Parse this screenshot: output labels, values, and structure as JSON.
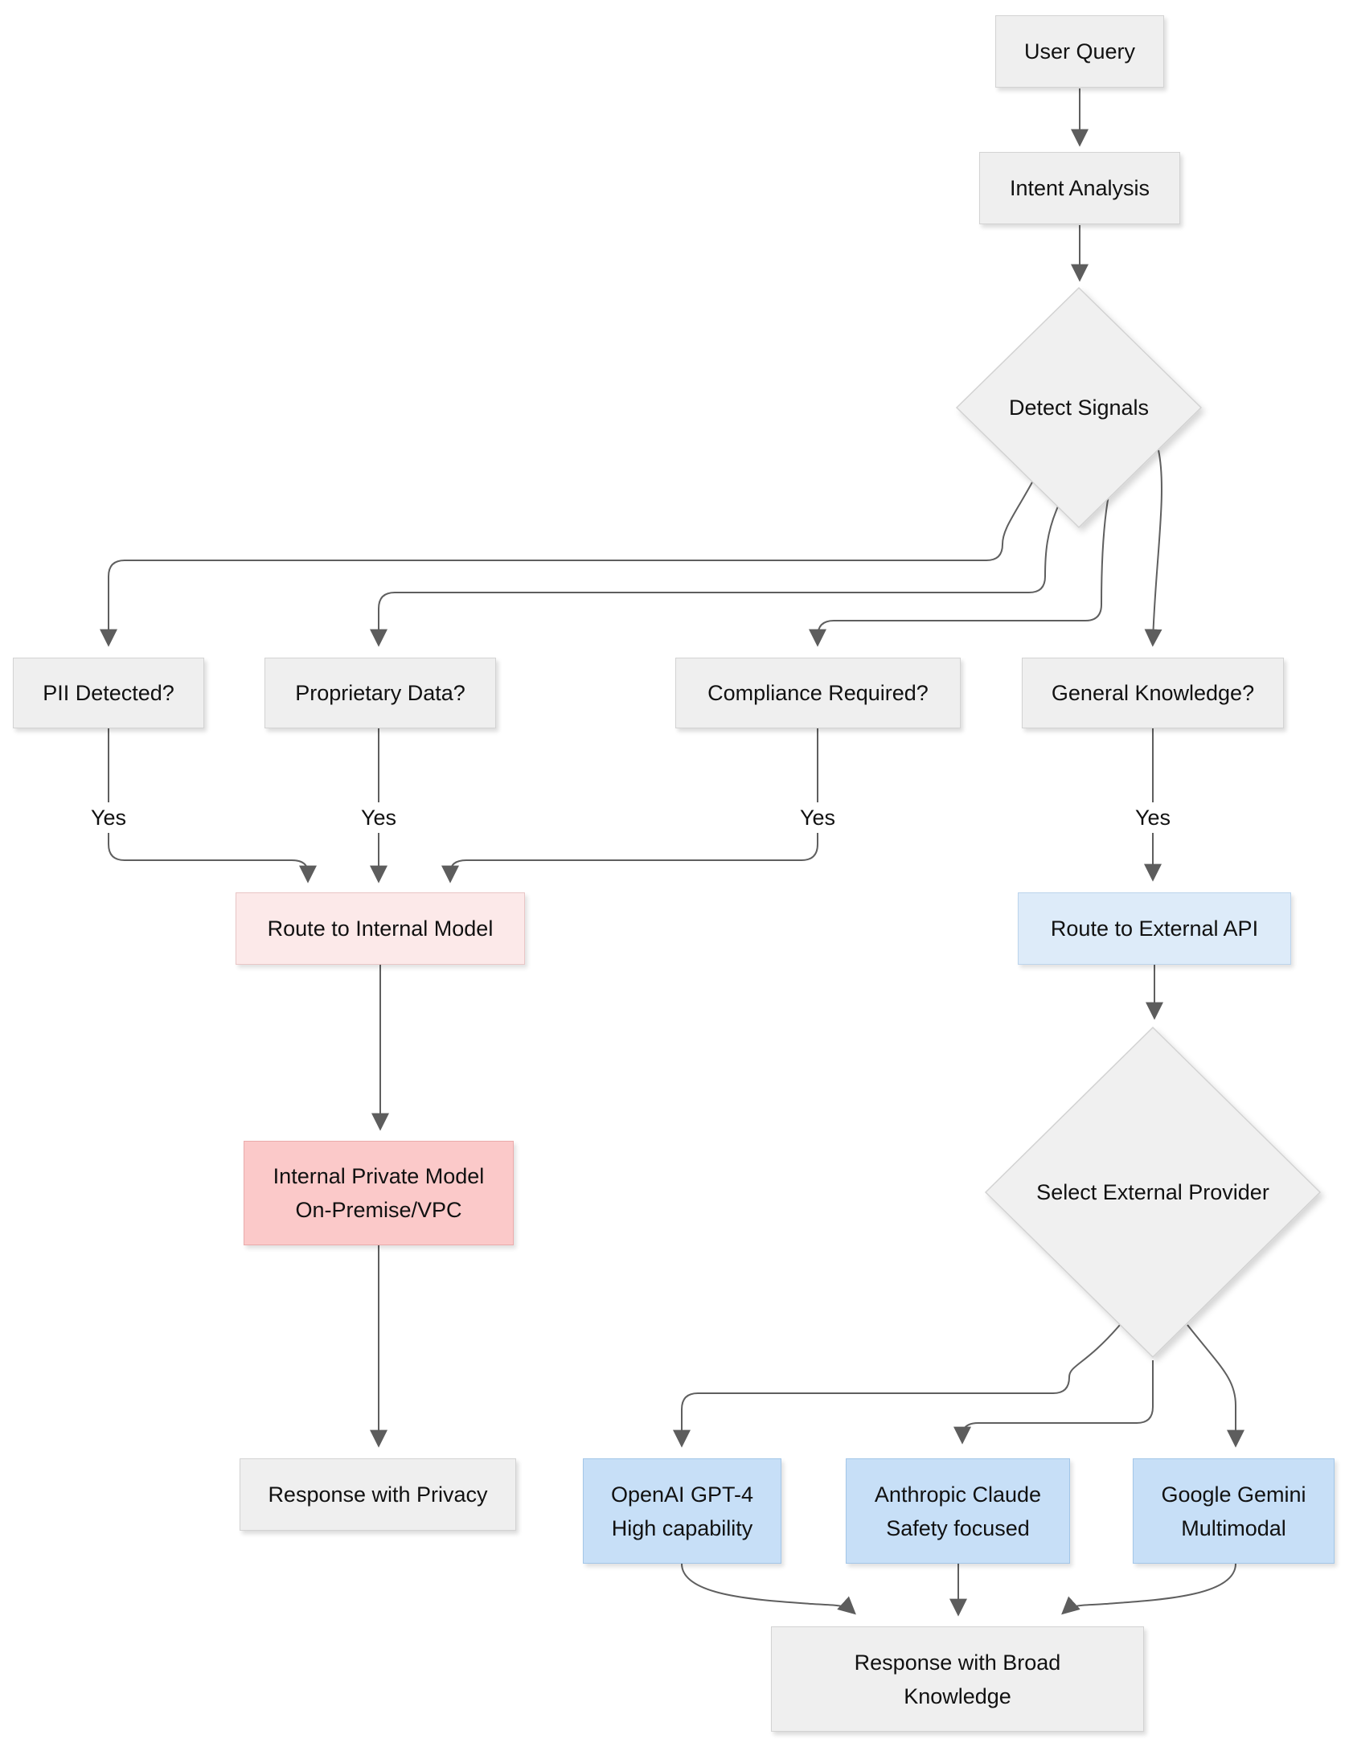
{
  "diagram": {
    "type": "flowchart",
    "direction": "top-down",
    "colors": {
      "node_neutral_fill": "#efefef",
      "node_pink_light_fill": "#fce9e9",
      "node_pink_fill": "#fbc9c9",
      "node_blue_light_fill": "#ddebf9",
      "node_blue_fill": "#c7dff7",
      "edge_stroke": "#5f5f5f",
      "text": "#111111",
      "background": "#ffffff"
    },
    "nodes": {
      "user_query": {
        "shape": "rect",
        "variant": "neutral",
        "lines": [
          "User Query"
        ]
      },
      "intent_analysis": {
        "shape": "rect",
        "variant": "neutral",
        "lines": [
          "Intent Analysis"
        ]
      },
      "detect_signals": {
        "shape": "diamond",
        "variant": "neutral",
        "lines": [
          "Detect Signals"
        ]
      },
      "pii": {
        "shape": "rect",
        "variant": "neutral",
        "lines": [
          "PII Detected?"
        ]
      },
      "proprietary": {
        "shape": "rect",
        "variant": "neutral",
        "lines": [
          "Proprietary Data?"
        ]
      },
      "compliance": {
        "shape": "rect",
        "variant": "neutral",
        "lines": [
          "Compliance Required?"
        ]
      },
      "general": {
        "shape": "rect",
        "variant": "neutral",
        "lines": [
          "General Knowledge?"
        ]
      },
      "route_internal": {
        "shape": "rect",
        "variant": "pink_light",
        "lines": [
          "Route to Internal Model"
        ]
      },
      "route_external": {
        "shape": "rect",
        "variant": "blue_light",
        "lines": [
          "Route to External API"
        ]
      },
      "internal_model": {
        "shape": "rect",
        "variant": "pink",
        "lines": [
          "Internal Private Model",
          "On-Premise/VPC"
        ]
      },
      "select_provider": {
        "shape": "diamond",
        "variant": "neutral",
        "lines": [
          "Select External Provider"
        ]
      },
      "openai": {
        "shape": "rect",
        "variant": "blue",
        "lines": [
          "OpenAI GPT-4",
          "High capability"
        ]
      },
      "anthropic": {
        "shape": "rect",
        "variant": "blue",
        "lines": [
          "Anthropic Claude",
          "Safety focused"
        ]
      },
      "gemini": {
        "shape": "rect",
        "variant": "blue",
        "lines": [
          "Google Gemini",
          "Multimodal"
        ]
      },
      "response_privacy": {
        "shape": "rect",
        "variant": "neutral",
        "lines": [
          "Response with Privacy"
        ]
      },
      "response_broad": {
        "shape": "rect",
        "variant": "neutral",
        "lines": [
          "Response with Broad",
          "Knowledge"
        ]
      }
    },
    "edges": [
      {
        "from": "user_query",
        "to": "intent_analysis",
        "label": ""
      },
      {
        "from": "intent_analysis",
        "to": "detect_signals",
        "label": ""
      },
      {
        "from": "detect_signals",
        "to": "pii",
        "label": ""
      },
      {
        "from": "detect_signals",
        "to": "proprietary",
        "label": ""
      },
      {
        "from": "detect_signals",
        "to": "compliance",
        "label": ""
      },
      {
        "from": "detect_signals",
        "to": "general",
        "label": ""
      },
      {
        "from": "pii",
        "to": "route_internal",
        "label": "Yes"
      },
      {
        "from": "proprietary",
        "to": "route_internal",
        "label": "Yes"
      },
      {
        "from": "compliance",
        "to": "route_internal",
        "label": "Yes"
      },
      {
        "from": "general",
        "to": "route_external",
        "label": "Yes"
      },
      {
        "from": "route_internal",
        "to": "internal_model",
        "label": ""
      },
      {
        "from": "internal_model",
        "to": "response_privacy",
        "label": ""
      },
      {
        "from": "route_external",
        "to": "select_provider",
        "label": ""
      },
      {
        "from": "select_provider",
        "to": "openai",
        "label": ""
      },
      {
        "from": "select_provider",
        "to": "anthropic",
        "label": ""
      },
      {
        "from": "select_provider",
        "to": "gemini",
        "label": ""
      },
      {
        "from": "openai",
        "to": "response_broad",
        "label": ""
      },
      {
        "from": "anthropic",
        "to": "response_broad",
        "label": ""
      },
      {
        "from": "gemini",
        "to": "response_broad",
        "label": ""
      }
    ]
  }
}
